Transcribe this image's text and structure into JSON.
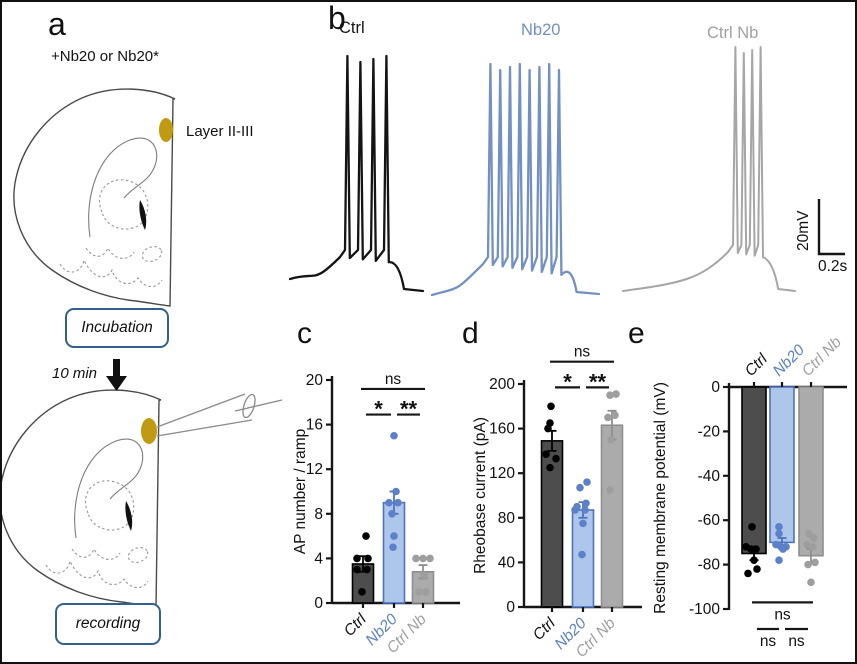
{
  "panel_a": {
    "label": "a",
    "treatment": "+Nb20 or Nb20*",
    "layer": "Layer II-III",
    "incubation": "Incubation",
    "interval": "10 min",
    "recording": "recording",
    "site_color": "#c09a10",
    "box_border_color": "#31608e"
  },
  "panel_b": {
    "label": "b",
    "traces": [
      {
        "name": "Ctrl",
        "color": "#141414",
        "spikes": 4
      },
      {
        "name": "Nb20",
        "color": "#7390c3",
        "spikes": 8
      },
      {
        "name": "Ctrl Nb",
        "color": "#a6a6a6",
        "spikes": 4
      }
    ],
    "scalebar": {
      "vertical": "20mV",
      "horizontal": "0.2s"
    }
  },
  "chart_data": [
    {
      "id": "c",
      "panel_label": "c",
      "type": "bar",
      "title": "",
      "xlabel": "",
      "ylabel": "AP number / ramp",
      "ylim": [
        0,
        20
      ],
      "yticks": [
        0,
        4,
        8,
        12,
        16,
        20
      ],
      "grid": false,
      "categories": [
        "Ctrl",
        "Nb20",
        "Ctrl Nb"
      ],
      "category_colors": [
        "#111111",
        "#5d81c8",
        "#a0a0a0"
      ],
      "values": [
        3.5,
        9.0,
        2.8
      ],
      "sem": [
        0.7,
        1.0,
        0.6
      ],
      "bar_fill": [
        "#4d4d4d",
        "#aec6ea",
        "#ababab"
      ],
      "bar_stroke": [
        "#000000",
        "#4d73c0",
        "#8f8f8f"
      ],
      "point_color": [
        "#000000",
        "#5d81c8",
        "#9e9e9e"
      ],
      "points": [
        [
          [
            3,
            6
          ],
          [
            -6,
            4
          ],
          [
            5,
            4
          ],
          [
            -6,
            3
          ],
          [
            4,
            3
          ],
          [
            -1,
            1
          ]
        ],
        [
          [
            0,
            15
          ],
          [
            2,
            10
          ],
          [
            -5,
            9
          ],
          [
            4,
            9
          ],
          [
            -2,
            8
          ],
          [
            0,
            6
          ],
          [
            -1,
            5
          ]
        ],
        [
          [
            -7,
            4
          ],
          [
            0,
            4
          ],
          [
            7,
            4
          ],
          [
            1,
            2.5
          ],
          [
            -4,
            1
          ],
          [
            3,
            1
          ]
        ]
      ],
      "significance": [
        {
          "from": 0,
          "to": 2,
          "label": "ns",
          "v": 19.2,
          "side": "above"
        },
        {
          "from": 0,
          "to": 1,
          "label": "*",
          "v": 16.9,
          "side": "above"
        },
        {
          "from": 1,
          "to": 2,
          "label": "**",
          "v": 16.9,
          "side": "above"
        }
      ]
    },
    {
      "id": "d",
      "panel_label": "d",
      "type": "bar",
      "title": "",
      "xlabel": "",
      "ylabel": "Rheobase current (pA)",
      "ylim": [
        0,
        200
      ],
      "yticks": [
        0,
        40,
        80,
        120,
        160,
        200
      ],
      "grid": false,
      "categories": [
        "Ctrl",
        "Nb20",
        "Ctrl Nb"
      ],
      "category_colors": [
        "#111111",
        "#5d81c8",
        "#a0a0a0"
      ],
      "values": [
        149,
        87,
        163
      ],
      "sem": [
        9,
        7,
        13
      ],
      "bar_fill": [
        "#4d4d4d",
        "#aec6ea",
        "#ababab"
      ],
      "bar_stroke": [
        "#000000",
        "#4d73c0",
        "#8f8f8f"
      ],
      "point_color": [
        "#000000",
        "#5d81c8",
        "#9e9e9e"
      ],
      "points": [
        [
          [
            -1,
            180
          ],
          [
            -2,
            165
          ],
          [
            -4,
            160
          ],
          [
            -6,
            137
          ],
          [
            4,
            133
          ],
          [
            -2,
            125
          ]
        ],
        [
          [
            4,
            112
          ],
          [
            -3,
            107
          ],
          [
            3,
            93
          ],
          [
            -6,
            90
          ],
          [
            2,
            87
          ],
          [
            -8,
            87
          ],
          [
            0,
            75
          ],
          [
            -1,
            47
          ]
        ],
        [
          [
            -2,
            190
          ],
          [
            4,
            191
          ],
          [
            -4,
            170
          ],
          [
            3,
            172
          ],
          [
            -1,
            150
          ],
          [
            -2,
            105
          ]
        ]
      ],
      "significance": [
        {
          "from": 0,
          "to": 2,
          "label": "ns",
          "v": 220,
          "side": "above"
        },
        {
          "from": 0,
          "to": 1,
          "label": "*",
          "v": 197,
          "side": "above"
        },
        {
          "from": 1,
          "to": 2,
          "label": "**",
          "v": 197,
          "side": "above"
        }
      ]
    },
    {
      "id": "e",
      "panel_label": "e",
      "type": "bar",
      "title": "",
      "xlabel": "",
      "ylabel": "Resting membrane potential (mV)",
      "ylim": [
        -100,
        0
      ],
      "yticks": [
        0,
        -20,
        -40,
        -60,
        -80,
        -100
      ],
      "grid": false,
      "categories": [
        "Ctrl",
        "Nb20",
        "Ctrl Nb"
      ],
      "category_colors": [
        "#111111",
        "#5d81c8",
        "#a0a0a0"
      ],
      "values": [
        -75,
        -70,
        -76
      ],
      "sem": [
        3,
        2,
        3
      ],
      "bar_fill": [
        "#4d4d4d",
        "#aec6ea",
        "#ababab"
      ],
      "bar_stroke": [
        "#000000",
        "#4d73c0",
        "#8f8f8f"
      ],
      "point_color": [
        "#000000",
        "#5d81c8",
        "#9e9e9e"
      ],
      "points": [
        [
          [
            -2,
            -63
          ],
          [
            -8,
            -72
          ],
          [
            -3,
            -73
          ],
          [
            2,
            -73
          ],
          [
            0,
            -78
          ],
          [
            3,
            -82
          ],
          [
            -6,
            -84
          ]
        ],
        [
          [
            -3,
            -63
          ],
          [
            -3,
            -66
          ],
          [
            -6,
            -71
          ],
          [
            -1,
            -72
          ],
          [
            4,
            -72
          ],
          [
            1,
            -73
          ],
          [
            -3,
            -78
          ]
        ],
        [
          [
            -2,
            -66
          ],
          [
            3,
            -68
          ],
          [
            -4,
            -71
          ],
          [
            2,
            -72
          ],
          [
            4,
            -79
          ],
          [
            -3,
            -80
          ],
          [
            0,
            -88
          ]
        ]
      ],
      "significance": [
        {
          "from": 0,
          "to": 2,
          "label": "ns",
          "v": -97,
          "side": "below"
        },
        {
          "from": 0,
          "to": 1,
          "label": "ns",
          "v": -109,
          "side": "below"
        },
        {
          "from": 1,
          "to": 2,
          "label": "ns",
          "v": -109,
          "side": "below"
        }
      ]
    }
  ]
}
